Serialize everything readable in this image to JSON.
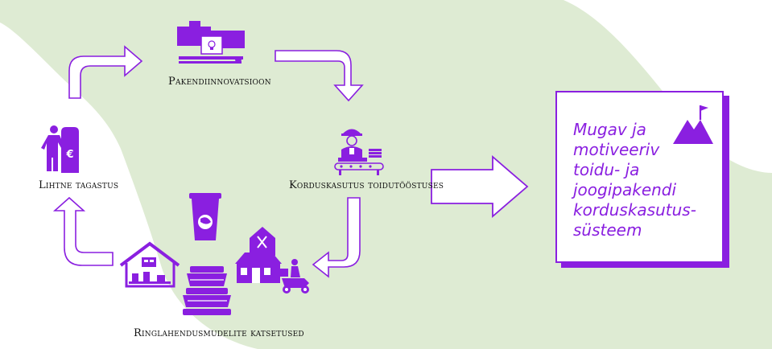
{
  "colors": {
    "accent": "#8a1fe0",
    "background_blob": "#deebd3",
    "arrow_fill": "#ffffff",
    "label_text": "#111111"
  },
  "nodes": [
    {
      "id": "packaging-innovation",
      "label": "Pakendiinnovatsioon",
      "icon": "packaging-machine-icon"
    },
    {
      "id": "food-industry-reuse",
      "label": "Korduskasutus toidutööstuses",
      "icon": "factory-worker-icon"
    },
    {
      "id": "circular-models",
      "label": "Ringlahendusmudelite katsetused",
      "icon": "reusable-containers-icon"
    },
    {
      "id": "easy-return",
      "label": "Lihtne tagastus",
      "icon": "deposit-return-icon"
    }
  ],
  "result": {
    "text": "Mugav ja\nmotiveeriv\ntoidu- ja\njoogipakendi\nkorduskasutus-\nsüsteem",
    "icon": "mountain-flag-icon"
  }
}
